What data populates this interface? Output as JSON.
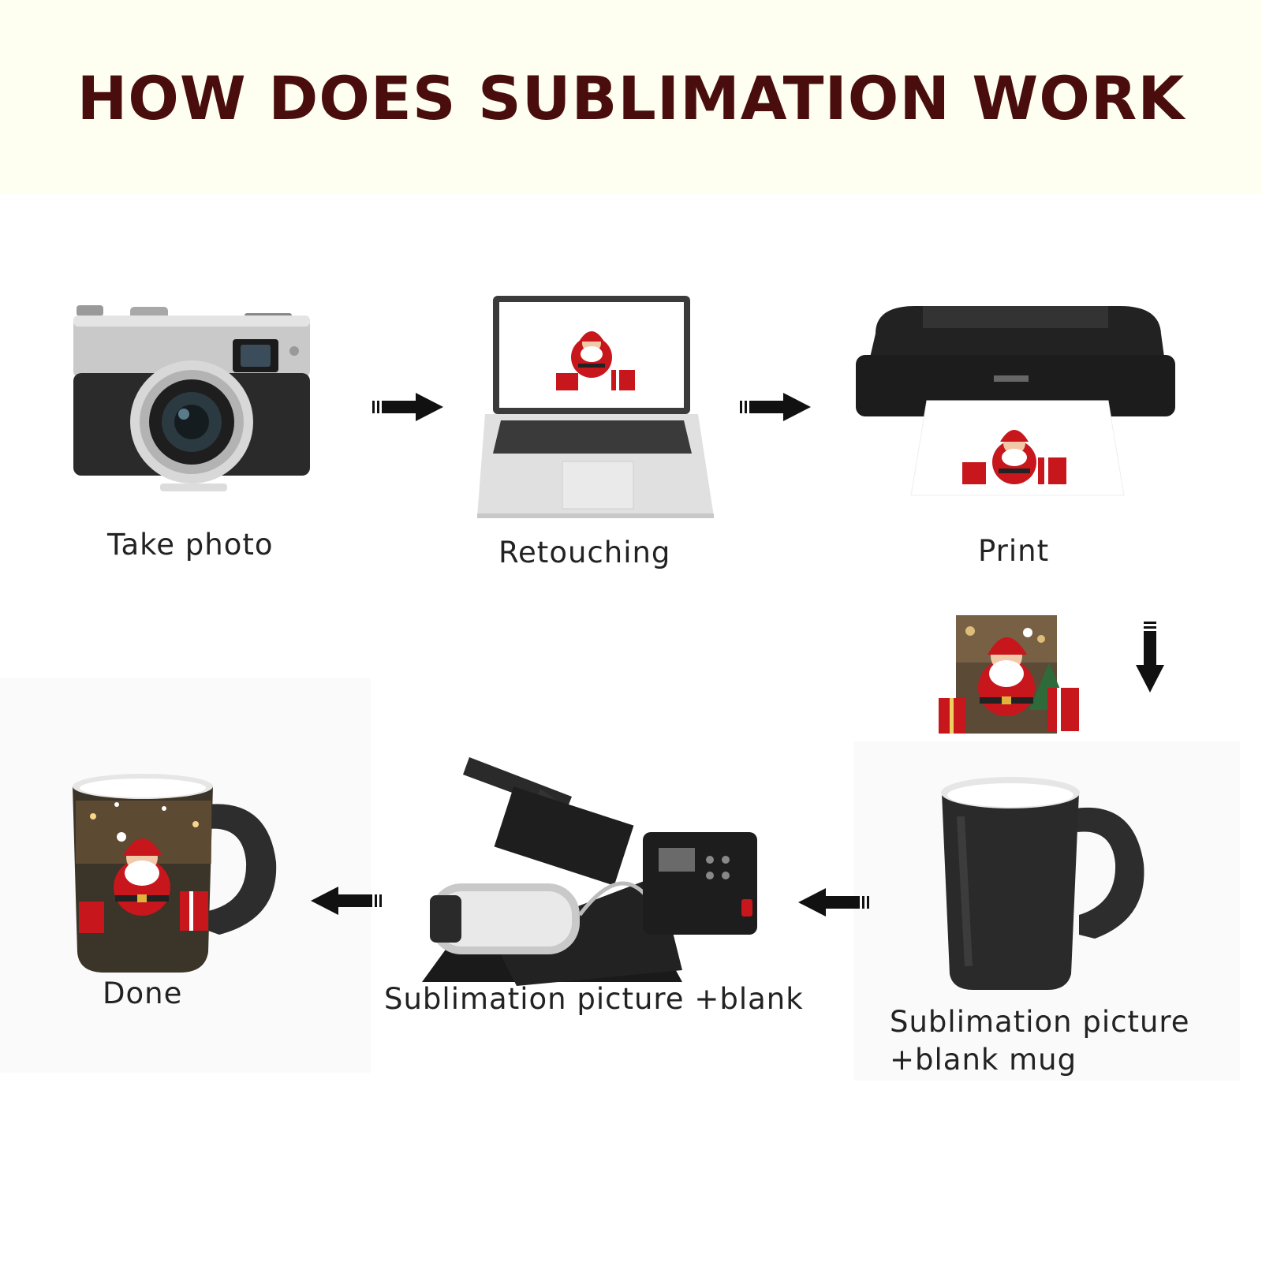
{
  "header": {
    "title": "HOW DOES SUBLIMATION WORK"
  },
  "steps": [
    {
      "label": "Take photo",
      "icon": "camera-icon"
    },
    {
      "label": "Retouching",
      "icon": "laptop-icon"
    },
    {
      "label": "Print",
      "icon": "printer-icon"
    },
    {
      "label": "Sublimation picture\n+blank mug",
      "icon": "blank-mug-icon"
    },
    {
      "label": "Sublimation picture +blank",
      "icon": "mug-press-icon"
    },
    {
      "label": "Done",
      "icon": "printed-mug-icon"
    }
  ],
  "colors": {
    "title": "#4a0d0d",
    "header_bg": "#fefff0",
    "santa_red": "#c8161d"
  }
}
